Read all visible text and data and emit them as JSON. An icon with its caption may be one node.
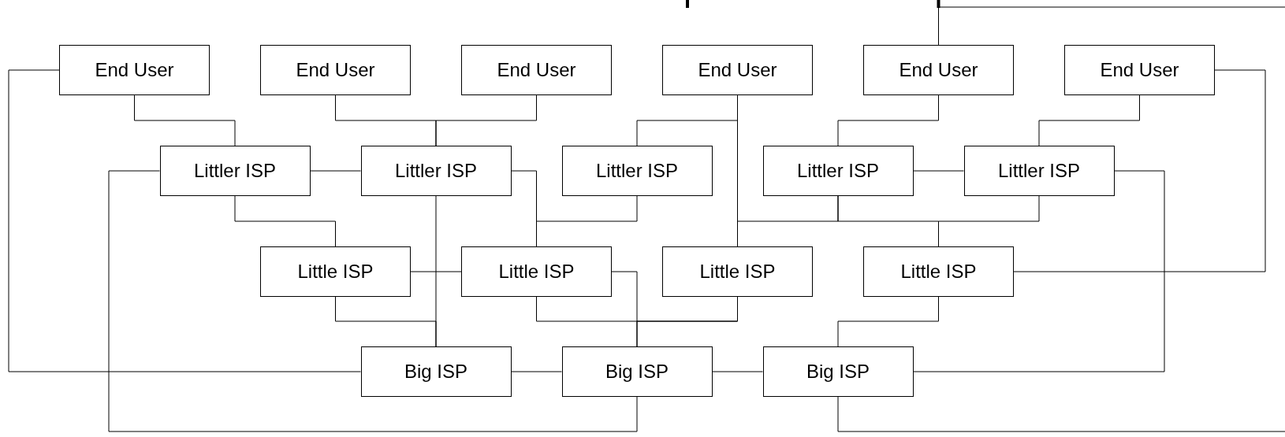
{
  "diagram": {
    "nodes": [
      {
        "text": [
          "End User"
        ]
      },
      {
        "text": [
          "End User"
        ]
      },
      {
        "text": [
          "End User"
        ]
      },
      {
        "text": [
          "End User"
        ]
      },
      {
        "text": [
          "End User"
        ]
      },
      {
        "text": [
          "End User"
        ]
      },
      {
        "text": [
          "Littler ISP"
        ]
      },
      {
        "text": [
          "Littler ISP"
        ]
      },
      {
        "text": [
          "Littler ISP"
        ]
      },
      {
        "text": [
          "Littler ISP"
        ]
      },
      {
        "text": [
          "Littler ISP"
        ]
      },
      {
        "text": [
          "Little ISP"
        ]
      },
      {
        "text": [
          "Little ISP"
        ]
      },
      {
        "text": [
          "Little ISP"
        ]
      },
      {
        "text": [
          "Little ISP"
        ]
      },
      {
        "text": [
          "Big ISP"
        ]
      },
      {
        "text": [
          "Big ISP"
        ]
      },
      {
        "text": [
          "Big ISP"
        ]
      }
    ],
    "edges": [
      {
        "from": 0,
        "to": 6,
        "arrow": "none"
      },
      {
        "from": 0,
        "to": 15,
        "arrow": "none"
      },
      {
        "from": 1,
        "to": 7,
        "arrow": "none"
      },
      {
        "from": 2,
        "to": 7,
        "arrow": "none"
      },
      {
        "from": 6,
        "to": 7,
        "arrow": "none"
      },
      {
        "from": 6,
        "to": 16,
        "arrow": "none"
      },
      {
        "from": 6,
        "to": 11,
        "arrow": "none"
      },
      {
        "from": 7,
        "to": 15,
        "arrow": "none"
      },
      {
        "from": 11,
        "to": 12,
        "arrow": "none"
      },
      {
        "from": 11,
        "to": 15,
        "arrow": "none"
      },
      {
        "from": 7,
        "to": 12,
        "arrow": "none"
      },
      {
        "from": 8,
        "to": 12,
        "arrow": "none"
      },
      {
        "from": 12,
        "to": 16,
        "arrow": "none"
      },
      {
        "from": 12,
        "to": 13,
        "arrow": "none"
      },
      {
        "from": 13,
        "to": 16,
        "arrow": "none"
      },
      {
        "from": 3,
        "to": 8,
        "arrow": "none"
      },
      {
        "from": 3,
        "to": 13,
        "arrow": "none"
      },
      {
        "from": 9,
        "to": 13,
        "arrow": "none"
      },
      {
        "from": 9,
        "to": 14,
        "arrow": "none"
      },
      {
        "from": 10,
        "to": 14,
        "arrow": "none"
      },
      {
        "from": 4,
        "to": 9,
        "arrow": "none"
      },
      {
        "from": 5,
        "to": 10,
        "arrow": "none"
      },
      {
        "from": 9,
        "to": 10,
        "arrow": "none"
      },
      {
        "from": 5,
        "to": 14,
        "arrow": "none"
      },
      {
        "from": 10,
        "to": 17,
        "arrow": "none"
      },
      {
        "from": 14,
        "to": 17,
        "arrow": "none"
      },
      {
        "from": 15,
        "to": 16,
        "arrow": "none"
      },
      {
        "from": 16,
        "to": 17,
        "arrow": "none"
      },
      {
        "from": 17,
        "to": null,
        "arrow": "none"
      },
      {
        "from": 4,
        "to": null,
        "arrow": "none"
      }
    ]
  }
}
